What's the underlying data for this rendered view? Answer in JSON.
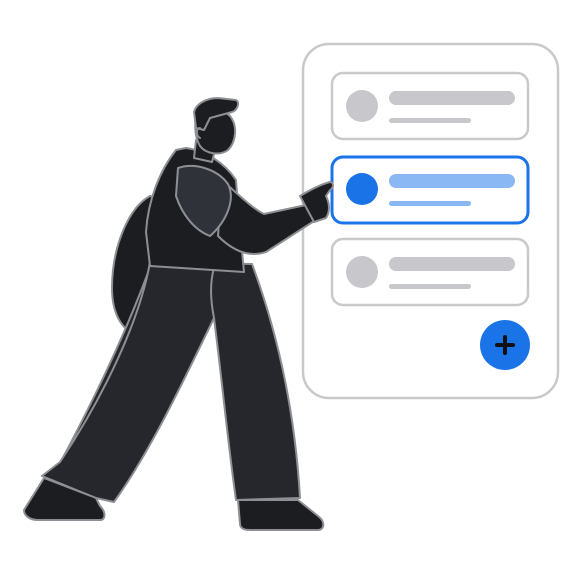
{
  "illustration": {
    "subject": "person-selecting-list-item",
    "colors": {
      "background": "#ffffff",
      "card_border": "#c9c9cc",
      "card_fill": "#ffffff",
      "placeholder_gray": "#c7c7cc",
      "accent": "#1b73e8",
      "accent_light": "#8ab8f5",
      "figure_fill": "#25272c",
      "figure_fill_dark": "#1c1d21",
      "figure_shirt": "#30323a",
      "figure_outline": "#8e8f94"
    }
  },
  "panel": {
    "list_items": [
      {
        "state": "default",
        "avatar_icon": "avatar-placeholder-icon"
      },
      {
        "state": "selected",
        "avatar_icon": "avatar-placeholder-icon"
      },
      {
        "state": "default",
        "avatar_icon": "avatar-placeholder-icon"
      }
    ],
    "add_button": {
      "icon": "plus-icon"
    }
  }
}
